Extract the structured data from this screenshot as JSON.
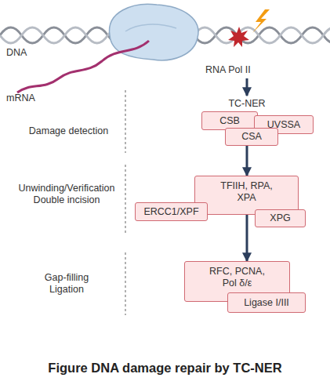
{
  "diagram": {
    "caption": "Figure DNA damage repair by TC-NER",
    "nodes": [
      {
        "text": [
          "CSB"
        ]
      },
      {
        "text": [
          "UVSSA"
        ]
      },
      {
        "text": [
          "CSA"
        ]
      },
      {
        "text": [
          "TFIIH, RPA, XPA"
        ]
      },
      {
        "text": [
          "ERCC1/XPF"
        ]
      },
      {
        "text": [
          "XPG"
        ]
      },
      {
        "text": [
          "RFC, PCNA, Pol δ/ε"
        ]
      },
      {
        "text": [
          "Ligase I/III"
        ]
      }
    ],
    "edges": [
      {
        "from": 2,
        "to": 3,
        "arrow": "to"
      },
      {
        "from": 3,
        "to": 6,
        "arrow": "to"
      }
    ],
    "labels": [
      "DNA",
      "mRNA",
      "RNA Pol II",
      "TC-NER",
      "Damage detection",
      "Unwinding/Verification Double incision",
      "Gap-filling Ligation"
    ]
  }
}
